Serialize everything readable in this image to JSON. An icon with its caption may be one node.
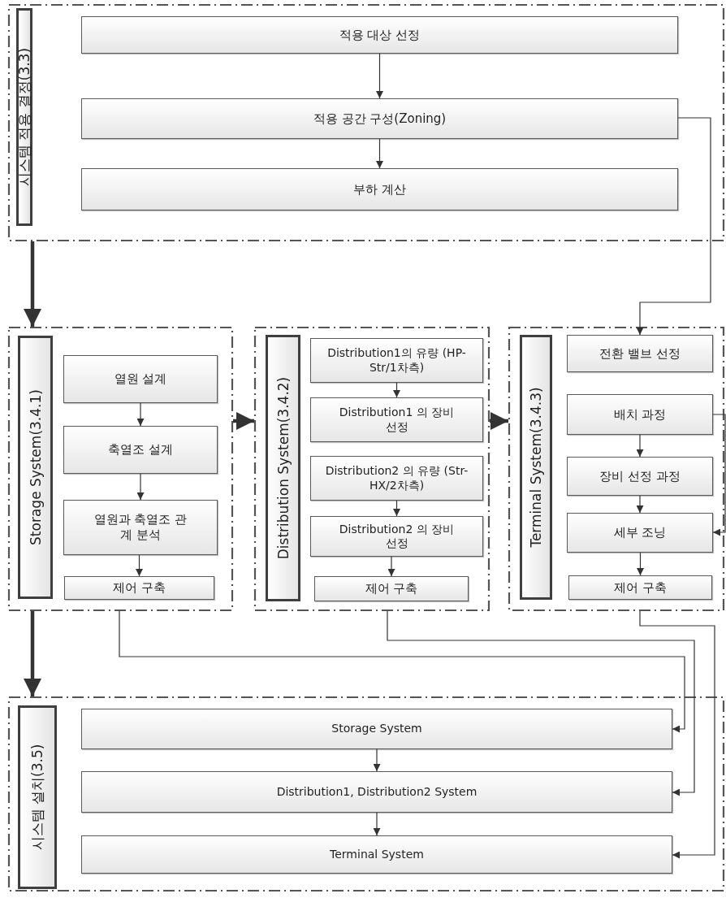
{
  "diagram": {
    "nodes": [
      {
        "text": [],
        "shape": "box"
      },
      {
        "text": [
          "시스템 적용 결정(3.3)"
        ],
        "in": 0
      },
      {
        "text": [
          "적용 대상 선정"
        ],
        "in": 0
      },
      {
        "text": [
          "적용 공간 구성(Zoning)"
        ],
        "in": 0
      },
      {
        "text": [
          "부하 계산"
        ],
        "in": 0
      },
      {
        "text": [],
        "shape": "box"
      },
      {
        "text": [
          "Storage System(3.4.1)"
        ],
        "in": 5
      },
      {
        "text": [
          "열원 설계"
        ],
        "in": 5
      },
      {
        "text": [
          "축열조 설계"
        ],
        "in": 5
      },
      {
        "text": [
          "열원과 축열조 관계 분석"
        ],
        "in": 5
      },
      {
        "text": [
          "제어 구축"
        ],
        "in": 5
      },
      {
        "text": [],
        "shape": "box"
      },
      {
        "text": [
          "Distribution System(3.4.2)"
        ],
        "in": 11
      },
      {
        "text": [
          "Distribution1의 유량 (HP-Str/1차측)"
        ],
        "in": 11
      },
      {
        "text": [
          "Distribution1 의 장비 선정"
        ],
        "in": 11
      },
      {
        "text": [
          "Distribution2 의 유량 (Str-HX/2차측)"
        ],
        "in": 11
      },
      {
        "text": [
          "Distribution2 의 장비 선정"
        ],
        "in": 11
      },
      {
        "text": [
          "제어 구축"
        ],
        "in": 11
      },
      {
        "text": [],
        "shape": "box"
      },
      {
        "text": [
          "Terminal System(3.4.3)"
        ],
        "in": 18
      },
      {
        "text": [
          "전환 밸브 선정"
        ],
        "in": 18
      },
      {
        "text": [
          "배치 과정"
        ],
        "in": 18
      },
      {
        "text": [
          "장비 선정 과정"
        ],
        "in": 18
      },
      {
        "text": [
          "세부 조닝"
        ],
        "in": 18
      },
      {
        "text": [
          "제어 구축"
        ],
        "in": 18
      },
      {
        "text": [],
        "shape": "box"
      },
      {
        "text": [
          "시스템 설치(3.5)"
        ],
        "in": 25
      },
      {
        "text": [
          "Storage System"
        ],
        "in": 25
      },
      {
        "text": [
          "Distribution1, Distribution2 System"
        ],
        "in": 25
      },
      {
        "text": [
          "Terminal System"
        ],
        "in": 25
      }
    ],
    "edges": [
      {
        "from": 2,
        "to": 3,
        "arrow": "to"
      },
      {
        "from": 3,
        "to": 4,
        "arrow": "to"
      },
      {
        "from": 3,
        "to": 20,
        "arrow": "to"
      },
      {
        "from": 0,
        "to": 5,
        "arrow": "to",
        "style": "thick"
      },
      {
        "from": 5,
        "to": 11,
        "arrow": "to",
        "style": "thick"
      },
      {
        "from": 11,
        "to": 18,
        "arrow": "to",
        "style": "thick"
      },
      {
        "from": 5,
        "to": 25,
        "arrow": "to",
        "style": "thick"
      },
      {
        "from": 7,
        "to": 8,
        "arrow": "to"
      },
      {
        "from": 8,
        "to": 9,
        "arrow": "to"
      },
      {
        "from": 9,
        "to": 10,
        "arrow": "to"
      },
      {
        "from": 13,
        "to": 14,
        "arrow": "to"
      },
      {
        "from": 15,
        "to": 16,
        "arrow": "to"
      },
      {
        "from": 16,
        "to": 17,
        "arrow": "to"
      },
      {
        "from": 21,
        "to": 22,
        "arrow": "to"
      },
      {
        "from": 22,
        "to": 23,
        "arrow": "to"
      },
      {
        "from": 23,
        "to": 24,
        "arrow": "to"
      },
      {
        "from": 21,
        "to": 23,
        "arrow": "to"
      },
      {
        "from": 5,
        "to": 27,
        "arrow": "to"
      },
      {
        "from": 11,
        "to": 28,
        "arrow": "to"
      },
      {
        "from": 18,
        "to": 29,
        "arrow": "to"
      },
      {
        "from": 27,
        "to": 28,
        "arrow": "to"
      },
      {
        "from": 28,
        "to": 29,
        "arrow": "to"
      }
    ]
  }
}
